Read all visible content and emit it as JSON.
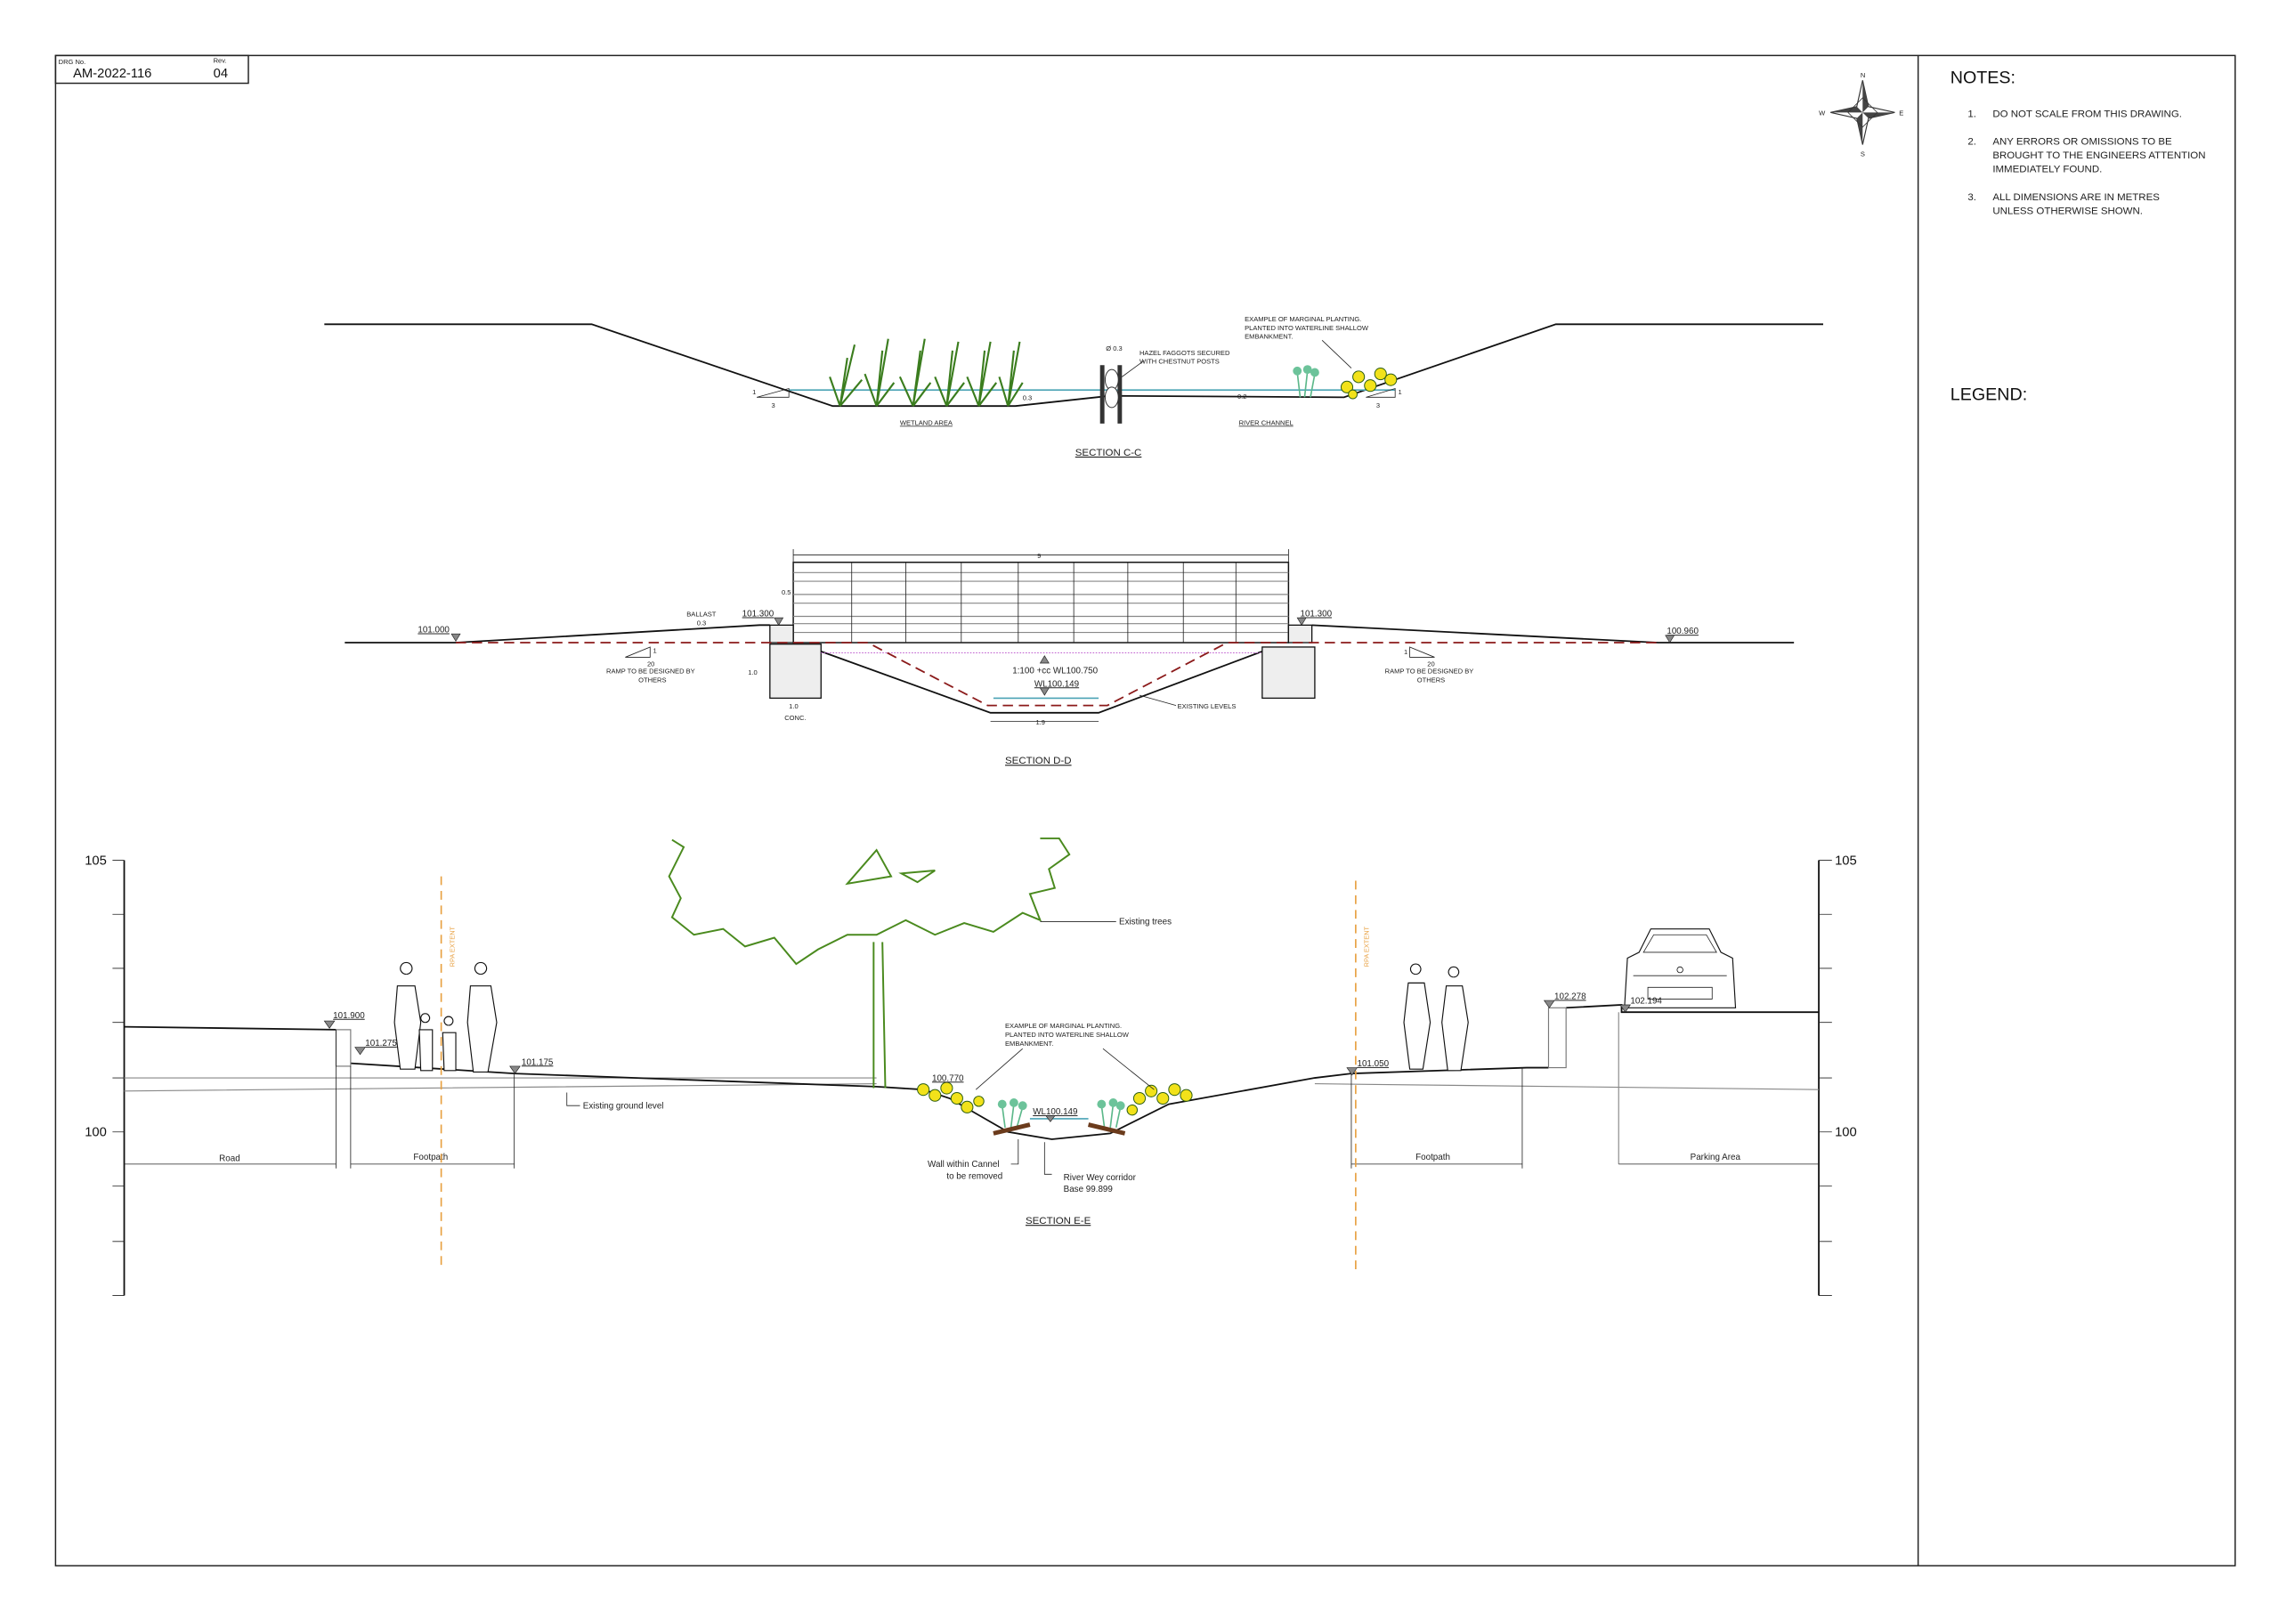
{
  "title_block": {
    "drg_label": "DRG No.",
    "drg_number": "AM-2022-116",
    "rev_label": "Rev.",
    "rev_number": "04"
  },
  "compass": {
    "n": "N",
    "e": "E",
    "s": "S",
    "w": "W"
  },
  "notes": {
    "heading": "NOTES:",
    "items": [
      {
        "num": "1.",
        "lines": [
          "DO NOT SCALE FROM THIS DRAWING."
        ]
      },
      {
        "num": "2.",
        "lines": [
          "ANY ERRORS OR OMISSIONS TO BE",
          "BROUGHT TO THE ENGINEERS ATTENTION",
          "IMMEDIATELY FOUND."
        ]
      },
      {
        "num": "3.",
        "lines": [
          "ALL DIMENSIONS ARE IN METRES",
          "UNLESS OTHERWISE SHOWN."
        ]
      }
    ]
  },
  "legend": {
    "heading": "LEGEND:"
  },
  "section_cc": {
    "title": "SECTION C-C",
    "wetland_label": "WETLAND AREA",
    "river_label": "RIVER CHANNEL",
    "depth_wetland": "0.3",
    "depth_river": "0.2",
    "post_dia": "Ø 0.3",
    "faggots_note": [
      "HAZEL FAGGOTS SECURED",
      "WITH CHESTNUT POSTS"
    ],
    "planting_note": [
      "EXAMPLE OF MARGINAL PLANTING.",
      "PLANTED INTO WATERLINE SHALLOW",
      "EMBANKMENT."
    ],
    "slope_v": "1",
    "slope_h": "3"
  },
  "section_dd": {
    "title": "SECTION D-D",
    "span": "9",
    "rail_height": "0.5",
    "ballast": [
      "BALLAST",
      "0.3"
    ],
    "level_left": "101.000",
    "level_deck_left": "101.300",
    "level_deck_right": "101.300",
    "level_right": "100.960",
    "ramp_slope_v": "1",
    "ramp_slope_h": "20",
    "ramp_note": [
      "RAMP TO BE DESIGNED BY",
      "OTHERS"
    ],
    "footing_depth": "1.0",
    "footing_width": "1.0",
    "footing_material": "CONC.",
    "flood_level": "1:100 +cc WL100.750",
    "water_level": "WL100.149",
    "base_width": "1.9",
    "existing_levels": "EXISTING LEVELS"
  },
  "section_ee": {
    "title": "SECTION E-E",
    "axis_top": "105",
    "axis_mid": "100",
    "levels": {
      "road": "101.900",
      "footpath_top": "101.275",
      "footpath_end": "101.175",
      "bank_left": "100.770",
      "water": "WL100.149",
      "bank_right": "101.050",
      "wall_top": "102.278",
      "parking": "102.194"
    },
    "rpa_label": "RPA EXTENT",
    "trees_label": "Existing trees",
    "ground_label": "Existing ground level",
    "planting_note": [
      "EXAMPLE OF MARGINAL PLANTING.",
      "PLANTED INTO WATERLINE SHALLOW",
      "EMBANKMENT."
    ],
    "wall_note": [
      "Wall within Cannel",
      "to be removed"
    ],
    "corridor_note": [
      "River Wey corridor",
      "Base 99.899"
    ],
    "zones": {
      "road": "Road",
      "footpath_left": "Footpath",
      "footpath_right": "Footpath",
      "parking": "Parking Area"
    }
  }
}
